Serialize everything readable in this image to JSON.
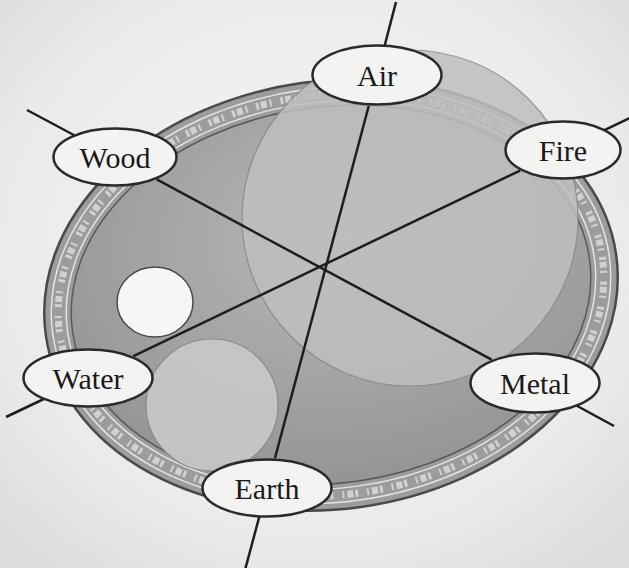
{
  "diagram": {
    "nodes": [
      {
        "text": [
          "Air"
        ]
      },
      {
        "text": [
          "Wood"
        ]
      },
      {
        "text": [
          "Fire"
        ]
      },
      {
        "text": [
          "Water"
        ]
      },
      {
        "text": [
          "Metal"
        ]
      },
      {
        "text": [
          "Earth"
        ]
      }
    ],
    "edges": [
      {
        "from": 0,
        "to": 5,
        "arrow": "none"
      },
      {
        "from": 1,
        "to": 4,
        "arrow": "none"
      },
      {
        "from": 3,
        "to": 2,
        "arrow": "none"
      }
    ]
  }
}
